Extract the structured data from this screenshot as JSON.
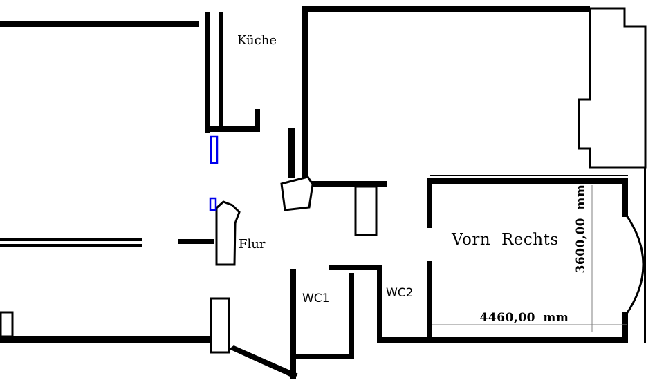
{
  "rooms": {
    "kueche": {
      "label": "Küche"
    },
    "flur": {
      "label": "Flur"
    },
    "wc1": {
      "label": "WC1"
    },
    "wc2": {
      "label": "WC2"
    },
    "vorn_rechts": {
      "label": "Vorn Rechts"
    }
  },
  "dimensions": {
    "vertical": {
      "label": "3600,00 mm"
    },
    "horizontal": {
      "label": "4460,00 mm"
    }
  },
  "colors": {
    "wall": "#000000",
    "accent_blue": "#0000ee",
    "dimension_line": "#808080",
    "background": "#ffffff"
  }
}
